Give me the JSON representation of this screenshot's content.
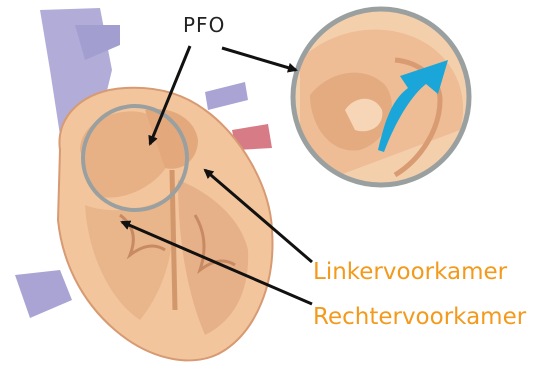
{
  "labels": {
    "pfo": "PFO",
    "left_atrium": "Linkervoorkamer",
    "right_atrium": "Rechtervoorkamer"
  },
  "colors": {
    "label_orange": "#f39a1c",
    "pfo_text": "#222222",
    "tissue": "#f2c59d",
    "tissue_dark": "#e3a97c",
    "vein": "#a9a4d4",
    "artery": "#d77b86",
    "zoom_ring": "#9aa0a0",
    "shunt_flow": "#1aa6d8"
  }
}
